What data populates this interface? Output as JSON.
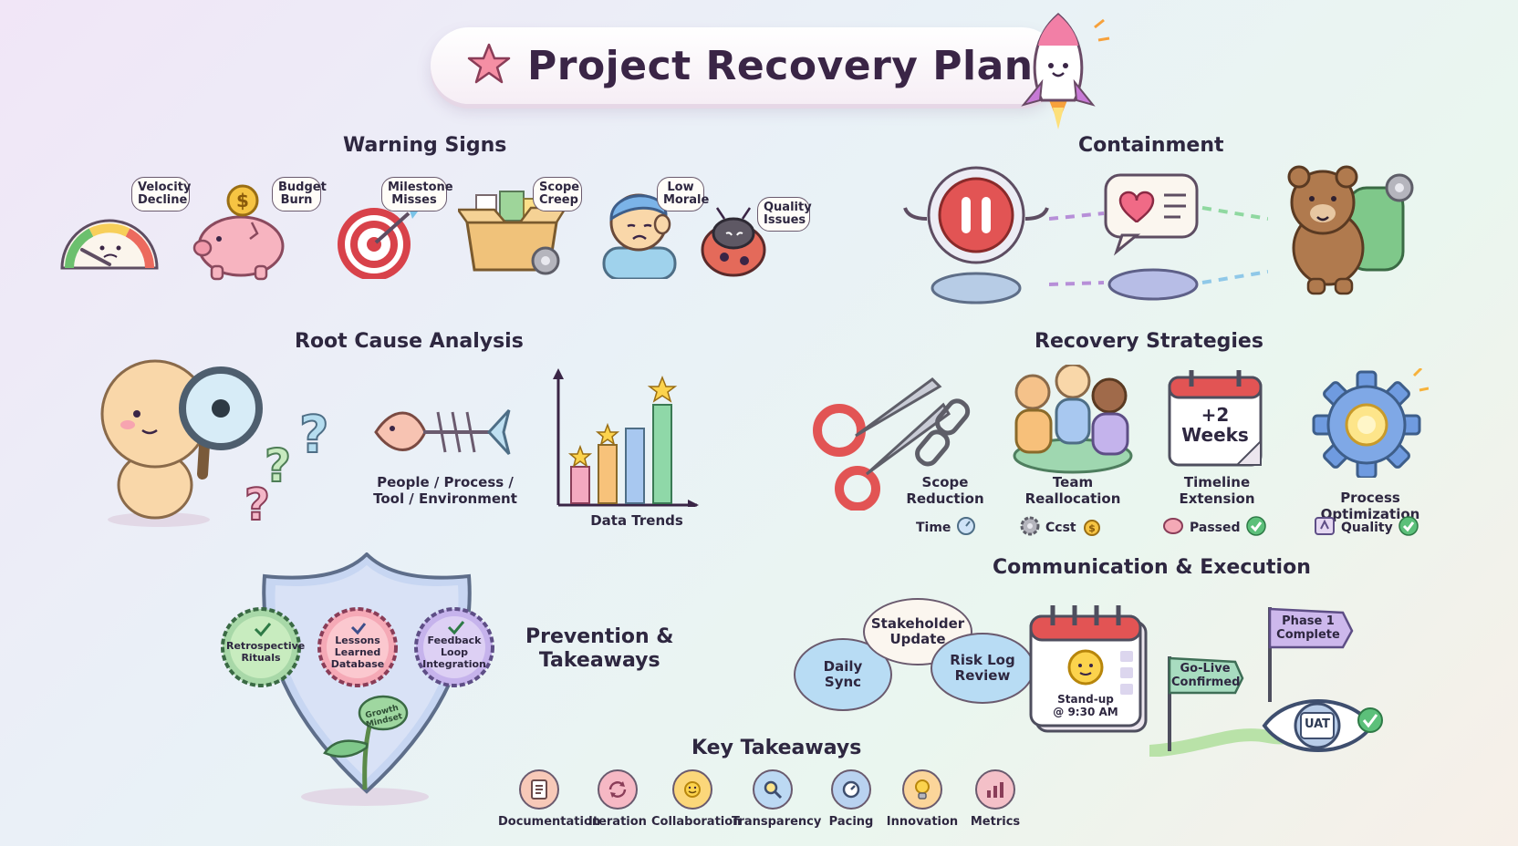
{
  "title": "Project Recovery Plan",
  "sections": {
    "warning": "Warning Signs",
    "containment": "Containment",
    "root_cause": "Root Cause Analysis",
    "recovery": "Recovery Strategies",
    "communication": "Communication & Execution",
    "prevention": "Prevention &\nTakeaways",
    "key_takeaways": "Key Takeaways"
  },
  "warning_signs": {
    "velocity": "Velocity\nDecline",
    "budget": "Budget\nBurn",
    "milestone": "Milestone\nMisses",
    "scope": "Scope\nCreep",
    "morale": "Low\nMorale",
    "quality": "Quality\nIssues"
  },
  "root_cause": {
    "fishbone": "People / Process /\nTool / Environment",
    "trends": "Data Trends"
  },
  "recovery": {
    "scope": "Scope\nReduction",
    "team": "Team\nReallocation",
    "timeline": "Timeline\nExtension",
    "timeline_badge": "+2\nWeeks",
    "process": "Process Optimization",
    "chips": {
      "time": "Time",
      "cost": "Ccst",
      "passed": "Passed",
      "quality": "Quality"
    }
  },
  "communication": {
    "daily": "Daily\nSync",
    "stakeholder": "Stakeholder\nUpdate",
    "risk": "Risk Log\nReview",
    "standup": "Stand-up\n@ 9:30 AM",
    "golive": "Go-Live\nConfirmed",
    "phase": "Phase 1\nComplete",
    "uat": "UAT"
  },
  "prevention": {
    "retro": "Retrospective\nRituals",
    "lessons": "Lessons\nLearned\nDatabase",
    "feedback": "Feedback\nLoop\nIntegration",
    "growth": "Growth\nMindset"
  },
  "takeaways": [
    {
      "label": "Documentation",
      "icon": "document-icon",
      "color": "#f7c9b8"
    },
    {
      "label": "Iteration",
      "icon": "cycle-icon",
      "color": "#f6b8c4"
    },
    {
      "label": "Collaboration",
      "icon": "sun-icon",
      "color": "#fbd77a"
    },
    {
      "label": "Transparency",
      "icon": "magnifier-icon",
      "color": "#bcd9f3"
    },
    {
      "label": "Pacing",
      "icon": "gauge-icon",
      "color": "#b9d2f0"
    },
    {
      "label": "Innovation",
      "icon": "lightbulb-icon",
      "color": "#fbd59a"
    },
    {
      "label": "Metrics",
      "icon": "bar-chart-icon",
      "color": "#f4c0c8"
    }
  ]
}
